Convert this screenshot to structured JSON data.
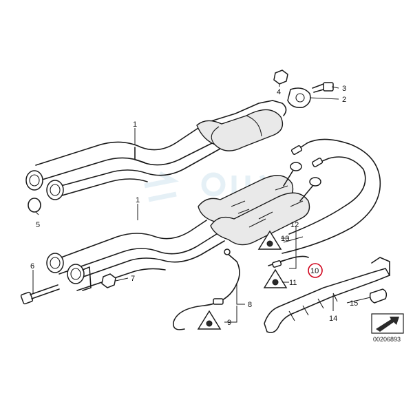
{
  "diagram": {
    "callouts": [
      {
        "id": "c1a",
        "text": "1"
      },
      {
        "id": "c1b",
        "text": "1"
      },
      {
        "id": "c2",
        "text": "2"
      },
      {
        "id": "c3",
        "text": "3"
      },
      {
        "id": "c4",
        "text": "4"
      },
      {
        "id": "c5",
        "text": "5"
      },
      {
        "id": "c6",
        "text": "6"
      },
      {
        "id": "c7",
        "text": "7"
      },
      {
        "id": "c8",
        "text": "8"
      },
      {
        "id": "c9",
        "text": "9"
      },
      {
        "id": "c10",
        "text": "10"
      },
      {
        "id": "c11",
        "text": "11"
      },
      {
        "id": "c12",
        "text": "12"
      },
      {
        "id": "c13",
        "text": "13"
      },
      {
        "id": "c14",
        "text": "14"
      },
      {
        "id": "c15",
        "text": "15"
      }
    ],
    "highlight_color": "#d0021b",
    "diagram_code": "00206893",
    "icons": [
      "torque-warning-icon",
      "arrow-box-icon",
      "nut-icon",
      "bolt-icon",
      "gasket-icon"
    ]
  }
}
